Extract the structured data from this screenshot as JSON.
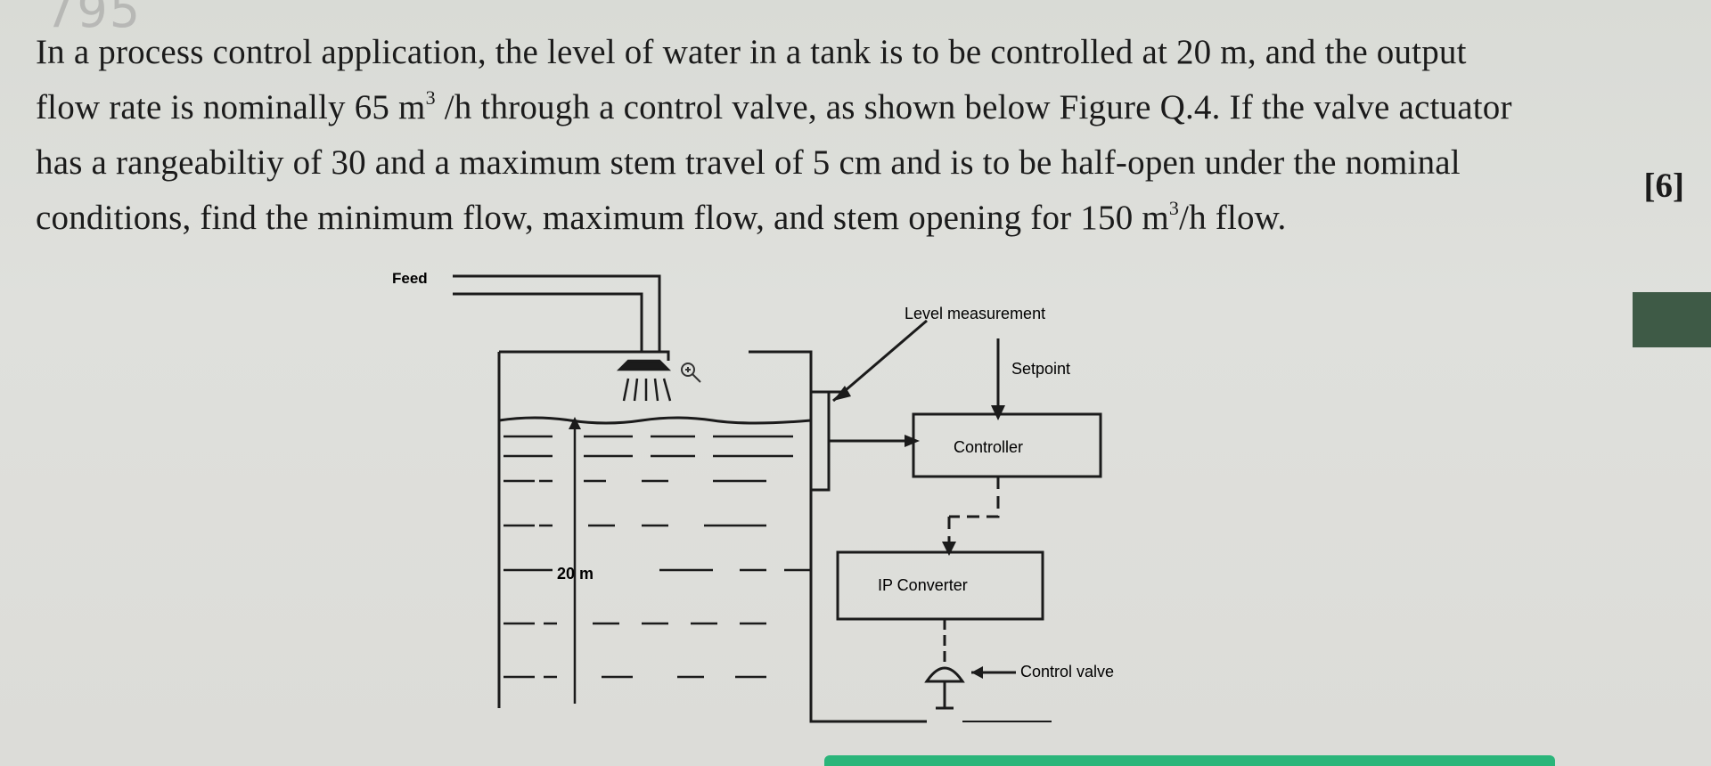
{
  "watermark": "795",
  "question": {
    "line1": "In a process control application, the level of water in a tank is to be controlled at 20 m, and the output",
    "line2_a": "flow rate is nominally 65 m",
    "line2_sup": "3",
    "line2_b": " /h through a control valve, as shown below Figure Q.4. If the valve actuator",
    "line3": "has a rangeabiltiy of 30 and a maximum stem travel of 5 cm and is to be half-open under the nominal",
    "line4_a": "conditions, find the minimum flow, maximum flow, and stem opening for 150 m",
    "line4_sup": "3",
    "line4_b": "/h flow.",
    "marks": "[6]"
  },
  "figure": {
    "feed": "Feed",
    "level_measurement": "Level measurement",
    "setpoint": "Setpoint",
    "controller": "Controller",
    "ip_converter": "IP Converter",
    "control_valve": "Control valve",
    "height": "20 m"
  },
  "colors": {
    "background": "#dcdcd8",
    "ink": "#1b1b1b",
    "accent_bar": "#2bb57a",
    "strip": "#3e5a46"
  }
}
